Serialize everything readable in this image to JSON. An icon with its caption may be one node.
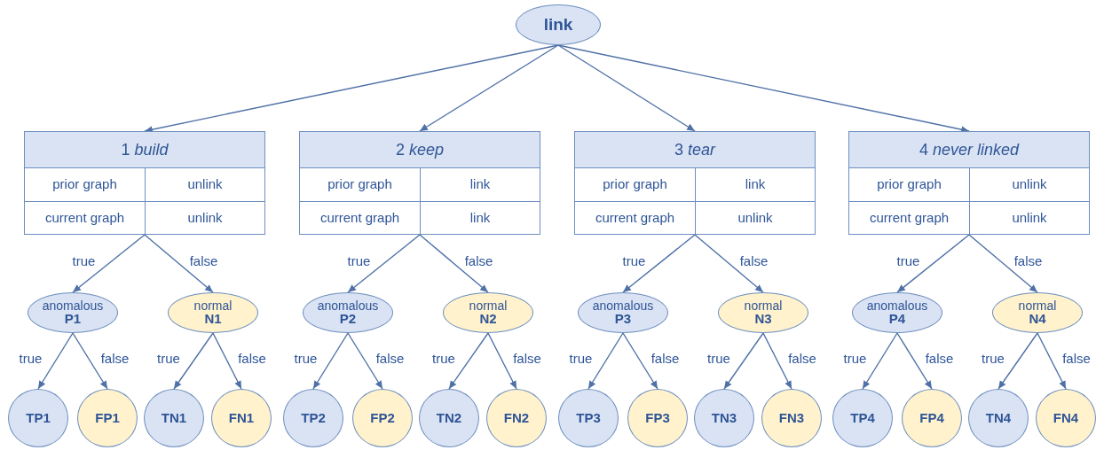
{
  "diagram": {
    "nodes": [
      {
        "text": [
          "link"
        ]
      },
      {
        "text": [
          "1 *build*",
          "prior graph",
          "unlink",
          "current graph",
          "unlink"
        ]
      },
      {
        "text": [
          "2 *keep*",
          "prior graph",
          "link",
          "current graph",
          "link"
        ]
      },
      {
        "text": [
          "3 *tear*",
          "prior graph",
          "link",
          "current graph",
          "unlink"
        ]
      },
      {
        "text": [
          "4 *never linked*",
          "prior graph",
          "unlink",
          "current graph",
          "unlink"
        ]
      },
      {
        "text": [
          "anomalous",
          "P1"
        ]
      },
      {
        "text": [
          "normal",
          "N1"
        ]
      },
      {
        "text": [
          "anomalous",
          "P2"
        ]
      },
      {
        "text": [
          "normal",
          "N2"
        ]
      },
      {
        "text": [
          "anomalous",
          "P3"
        ]
      },
      {
        "text": [
          "normal",
          "N3"
        ]
      },
      {
        "text": [
          "anomalous",
          "P4"
        ]
      },
      {
        "text": [
          "normal",
          "N4"
        ]
      },
      {
        "text": [
          "TP1"
        ]
      },
      {
        "text": [
          "FP1"
        ]
      },
      {
        "text": [
          "TN1"
        ]
      },
      {
        "text": [
          "FN1"
        ]
      },
      {
        "text": [
          "TP2"
        ]
      },
      {
        "text": [
          "FP2"
        ]
      },
      {
        "text": [
          "TN2"
        ]
      },
      {
        "text": [
          "FN2"
        ]
      },
      {
        "text": [
          "TP3"
        ]
      },
      {
        "text": [
          "FP3"
        ]
      },
      {
        "text": [
          "TN3"
        ]
      },
      {
        "text": [
          "FN3"
        ]
      },
      {
        "text": [
          "TP4"
        ]
      },
      {
        "text": [
          "FP4"
        ]
      },
      {
        "text": [
          "TN4"
        ]
      },
      {
        "text": [
          "FN4"
        ]
      }
    ],
    "edges": [
      {
        "from": 0,
        "to": 1,
        "arrow": "to"
      },
      {
        "from": 0,
        "to": 2,
        "arrow": "to"
      },
      {
        "from": 0,
        "to": 3,
        "arrow": "to"
      },
      {
        "from": 0,
        "to": 4,
        "arrow": "to"
      },
      {
        "from": 1,
        "to": 5,
        "arrow": "to",
        "label": "true"
      },
      {
        "from": 1,
        "to": 6,
        "arrow": "to",
        "label": "false"
      },
      {
        "from": 2,
        "to": 7,
        "arrow": "to",
        "label": "true"
      },
      {
        "from": 2,
        "to": 8,
        "arrow": "to",
        "label": "false"
      },
      {
        "from": 3,
        "to": 9,
        "arrow": "to",
        "label": "true"
      },
      {
        "from": 3,
        "to": 10,
        "arrow": "to",
        "label": "false"
      },
      {
        "from": 4,
        "to": 11,
        "arrow": "to",
        "label": "true"
      },
      {
        "from": 4,
        "to": 12,
        "arrow": "to",
        "label": "false"
      },
      {
        "from": 5,
        "to": 13,
        "arrow": "to",
        "label": "true"
      },
      {
        "from": 5,
        "to": 14,
        "arrow": "to",
        "label": "false"
      },
      {
        "from": 6,
        "to": 15,
        "arrow": "to",
        "label": "true"
      },
      {
        "from": 6,
        "to": 16,
        "arrow": "to",
        "label": "false"
      },
      {
        "from": 7,
        "to": 17,
        "arrow": "to",
        "label": "true"
      },
      {
        "from": 7,
        "to": 18,
        "arrow": "to",
        "label": "false"
      },
      {
        "from": 8,
        "to": 19,
        "arrow": "to",
        "label": "true"
      },
      {
        "from": 8,
        "to": 20,
        "arrow": "to",
        "label": "false"
      },
      {
        "from": 9,
        "to": 21,
        "arrow": "to",
        "label": "true"
      },
      {
        "from": 9,
        "to": 22,
        "arrow": "to",
        "label": "false"
      },
      {
        "from": 10,
        "to": 23,
        "arrow": "to",
        "label": "true"
      },
      {
        "from": 10,
        "to": 24,
        "arrow": "to",
        "label": "false"
      },
      {
        "from": 11,
        "to": 25,
        "arrow": "to",
        "label": "true"
      },
      {
        "from": 11,
        "to": 26,
        "arrow": "to",
        "label": "false"
      },
      {
        "from": 12,
        "to": 27,
        "arrow": "to",
        "label": "true"
      },
      {
        "from": 12,
        "to": 28,
        "arrow": "to",
        "label": "false"
      }
    ]
  }
}
